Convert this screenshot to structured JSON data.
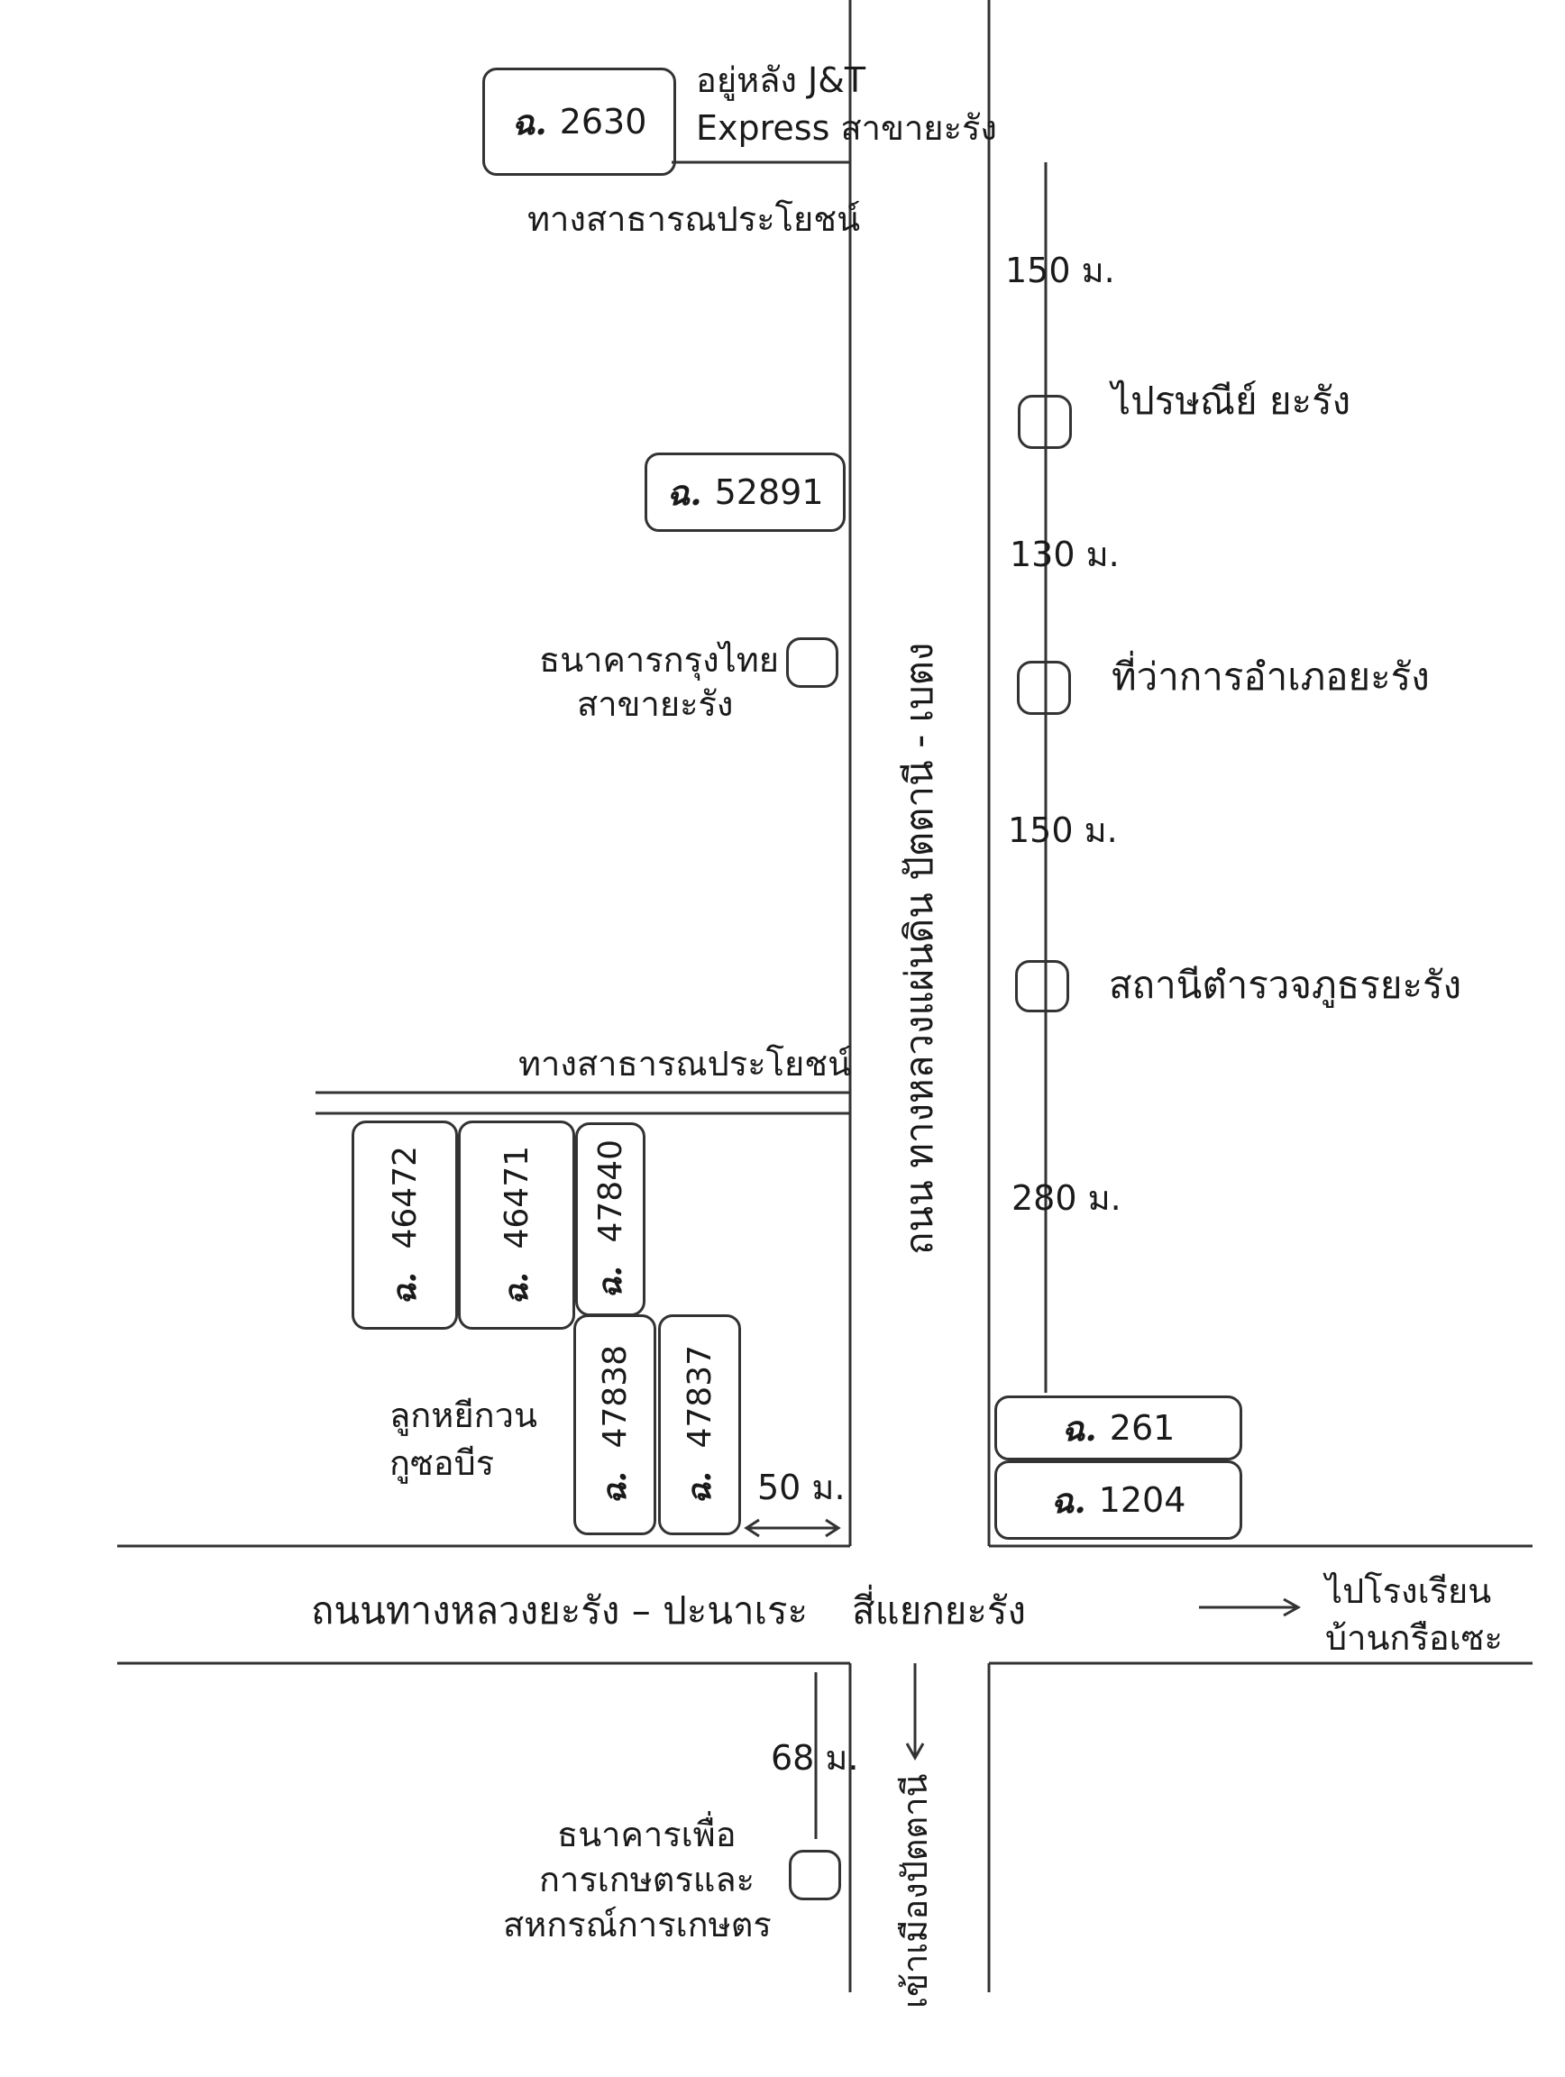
{
  "note_jt": [
    "อยู่หลัง J&T",
    "Express สาขายะรัง"
  ],
  "public_way_top": "ทางสาธารณประโยชน์",
  "public_way_mid": "ทางสาธารณประโยชน์",
  "distance_1": "150 ม.",
  "distance_2": "130 ม.",
  "distance_3": "150 ม.",
  "distance_4": "280 ม.",
  "distance_5": "50 ม.",
  "distance_6": "68 ม.",
  "post_office": "ไปรษณีย์ ยะรัง",
  "district_office": "ที่ว่าการอำเภอยะรัง",
  "police_station": "สถานีตำรวจภูธรยะรัง",
  "ktb_bank": [
    "ธนาคารกรุงไทย",
    "สาขายะรัง"
  ],
  "baac_bank": [
    "ธนาคารเพื่อ",
    "การเกษตรและ",
    "สหกรณ์การเกษตร"
  ],
  "lukyee_group": [
    "ลูกหยีกวน",
    "กูซอบีร"
  ],
  "main_road_vertical": "ถนน ทางหลวงแผ่นดิน ปัตตานี - เบตง",
  "road_horizontal": "ถนนทางหลวงยะรัง – ปะนาเระ",
  "intersection": "สี่แยกยะรัง",
  "to_school": [
    "ไปโรงเรียน",
    "บ้านกรือเซะ"
  ],
  "to_city": "เข้าเมืองปัตตานี",
  "parcel_prefix": "ฉ.",
  "parcels": {
    "p2630": "2630",
    "p52891": "52891",
    "p46472": "46472",
    "p46471": "46471",
    "p47840": "47840",
    "p47838": "47838",
    "p47837": "47837",
    "p261": "261",
    "p1204": "1204"
  },
  "colors": {
    "line": "#333333",
    "text": "#1a1a1a",
    "background": "#ffffff"
  }
}
